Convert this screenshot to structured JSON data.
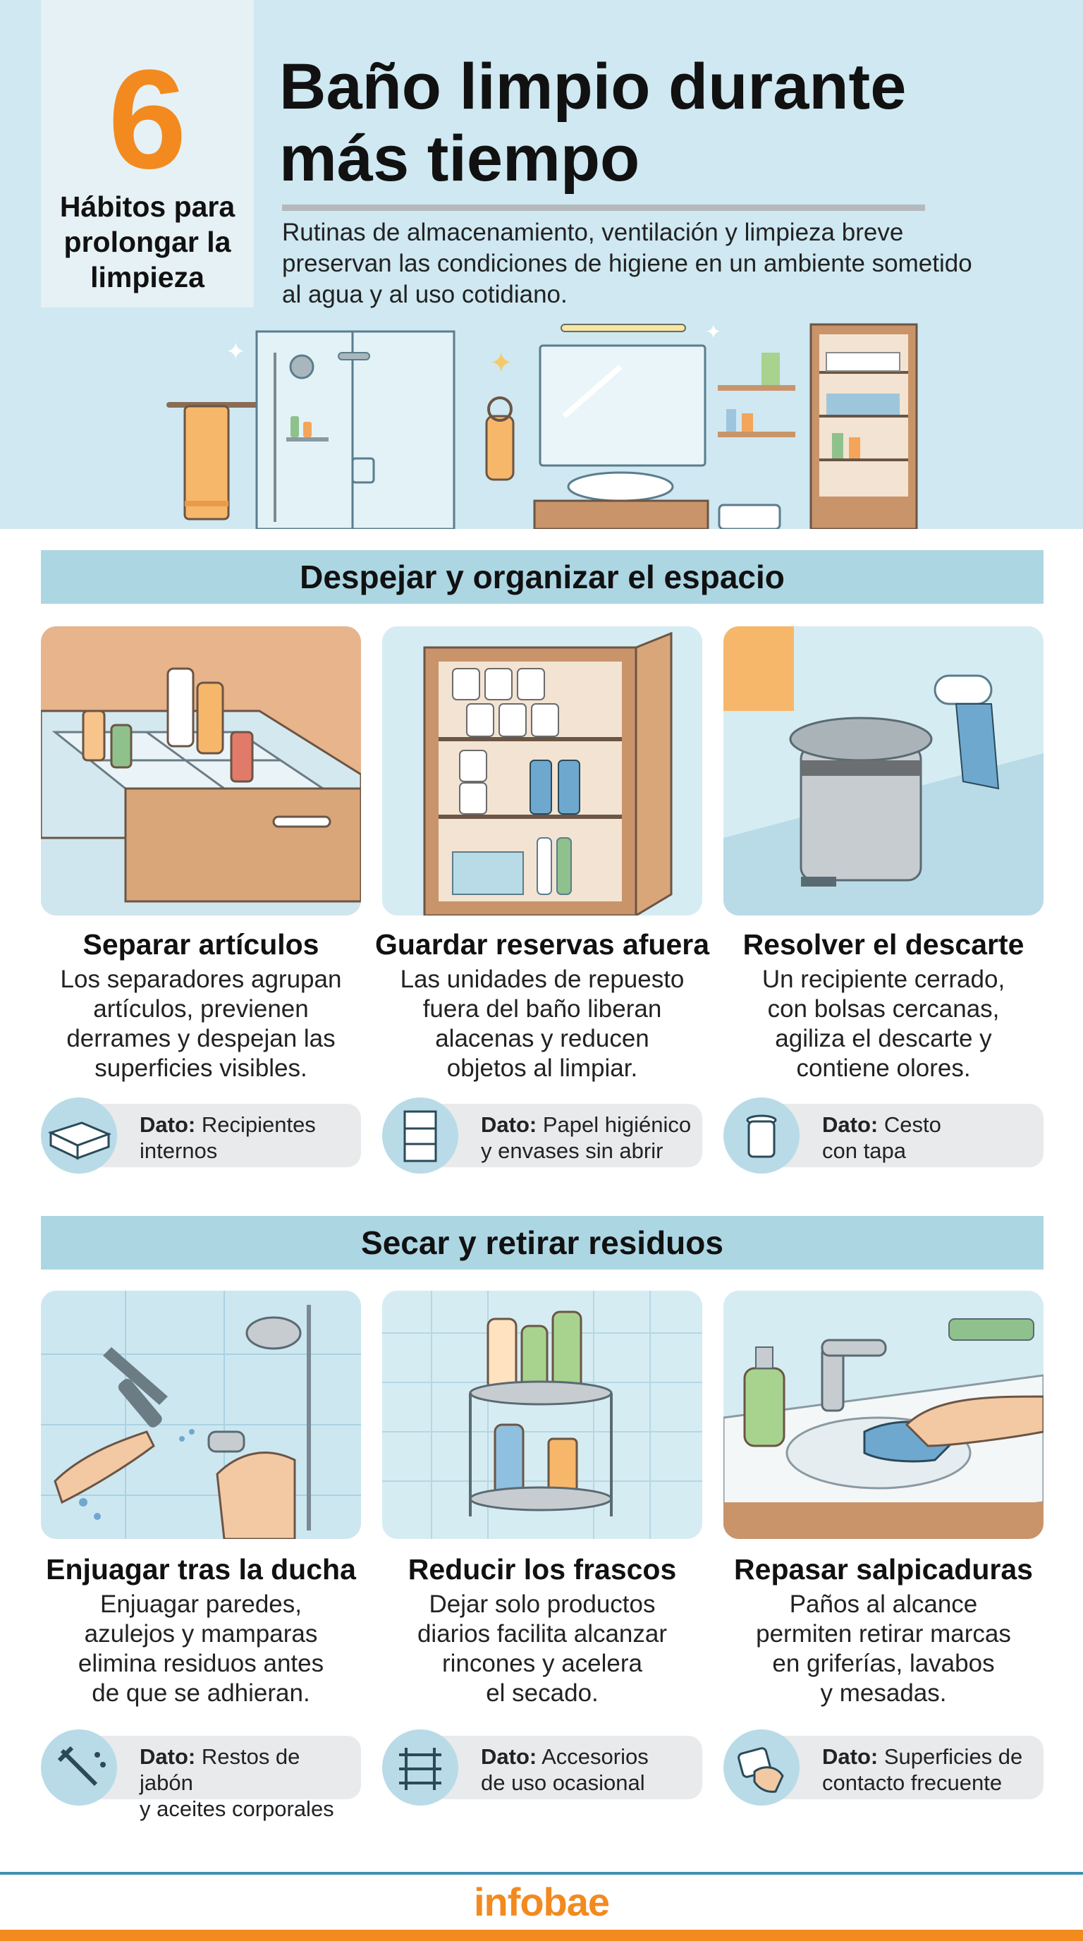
{
  "header": {
    "badge_number": "6",
    "badge_text": "Hábitos para prolongar la limpieza",
    "title": "Baño limpio durante más tiempo",
    "subtitle": "Rutinas de almacenamiento, ventilación y limpieza breve preservan las condiciones de higiene en un ambiente sometido al agua y al uso cotidiano."
  },
  "sections": [
    {
      "title": "Despejar y organizar el espacio",
      "cards": [
        {
          "title": "Separar artículos",
          "desc": "Los separadores agrupan\nartículos, previenen\nderrames y despejan las\nsuperficies visibles.",
          "fact_label": "Dato:",
          "fact_text": " Recipientes\ninternos",
          "icon": "drawer-organizer-icon"
        },
        {
          "title": "Guardar reservas afuera",
          "desc": "Las unidades de repuesto\nfuera del baño liberan\nalacenas y reducen\nobjetos al limpiar.",
          "fact_label": "Dato:",
          "fact_text": " Papel higiénico\ny envases sin abrir",
          "icon": "cabinet-icon"
        },
        {
          "title": "Resolver el descarte",
          "desc": "Un recipiente cerrado,\ncon bolsas cercanas,\nagiliza el descarte y\ncontiene olores.",
          "fact_label": "Dato:",
          "fact_text": " Cesto\ncon tapa",
          "icon": "trash-bin-icon"
        }
      ]
    },
    {
      "title": "Secar y retirar residuos",
      "cards": [
        {
          "title": "Enjuagar tras la ducha",
          "desc": "Enjuagar paredes,\nazulejos y mamparas\nelimina residuos antes\nde que se adhieran.",
          "fact_label": "Dato:",
          "fact_text": " Restos de jabón\ny aceites corporales",
          "icon": "squeegee-icon"
        },
        {
          "title": "Reducir los frascos",
          "desc": "Dejar solo productos\ndiarios facilita alcanzar\nrincones y acelera\nel secado.",
          "fact_label": "Dato:",
          "fact_text": " Accesorios\nde uso ocasional",
          "icon": "shelf-icon"
        },
        {
          "title": "Repasar salpicaduras",
          "desc": "Paños al alcance\npermiten retirar marcas\nen griferías, lavabos\ny mesadas.",
          "fact_label": "Dato:",
          "fact_text": " Superficies de\ncontacto frecuente",
          "icon": "cloth-hand-icon"
        }
      ]
    }
  ],
  "footer": {
    "logo": "infobae"
  },
  "colors": {
    "accent": "#f28a1f",
    "section_bar": "#add6e3",
    "header_bg": "#cfe8f1",
    "wood": "#c9946a",
    "light_blue": "#d6ecf3"
  }
}
